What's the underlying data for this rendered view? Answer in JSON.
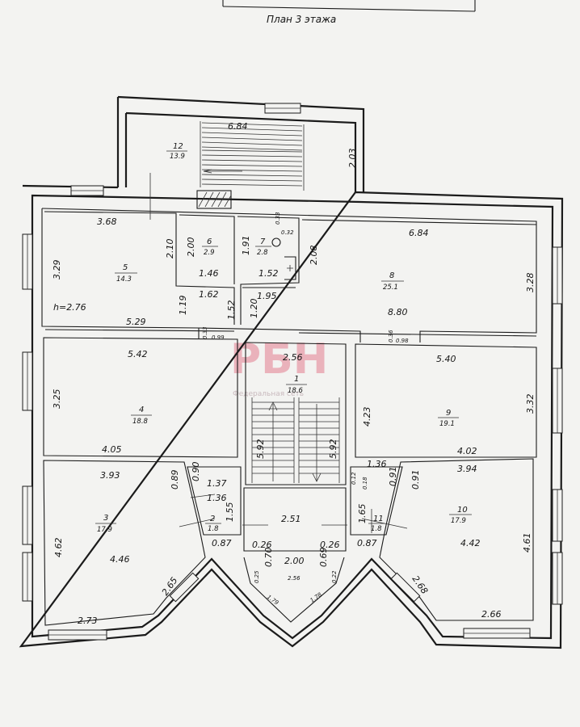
{
  "title": "План 3 этажа",
  "watermark": {
    "brand": "РБН",
    "subtitle": "Федеральная сеть"
  },
  "rooms": [
    {
      "id": "r12",
      "number": "12",
      "area": "13.9"
    },
    {
      "id": "r5",
      "number": "5",
      "area": "14.3"
    },
    {
      "id": "r6",
      "number": "6",
      "area": "2.9"
    },
    {
      "id": "r7",
      "number": "7",
      "area": "2.8"
    },
    {
      "id": "r8",
      "number": "8",
      "area": "25.1"
    },
    {
      "id": "r1",
      "number": "1",
      "area": "18.6"
    },
    {
      "id": "r4",
      "number": "4",
      "area": "18.8"
    },
    {
      "id": "r9",
      "number": "9",
      "area": "19.1"
    },
    {
      "id": "r3",
      "number": "3",
      "area": "17.9"
    },
    {
      "id": "r10",
      "number": "10",
      "area": "17.9"
    },
    {
      "id": "r2",
      "number": "2",
      "area": "1.8"
    },
    {
      "id": "r11",
      "number": "11",
      "area": "1.8"
    }
  ],
  "ceiling_height": "h=2.76",
  "dimensions": [
    "6.84",
    "2.03",
    "3.68",
    "2.10",
    "2.00",
    "0.33",
    "0.32",
    "1.91",
    "2.08",
    "6.84",
    "3.29",
    "1.46",
    "1.52",
    "3.28",
    "1.62",
    "1.19",
    "1.52",
    "1.20",
    "1.95",
    "8.80",
    "5.29",
    "0.33",
    "0.99",
    "0.36",
    "0.98",
    "5.42",
    "2.56",
    "5.40",
    "3.25",
    "4.23",
    "3.32",
    "5.92",
    "5.92",
    "4.05",
    "4.02",
    "3.93",
    "0.90",
    "0.89",
    "1.36",
    "0.91",
    "3.94",
    "1.37",
    "1.36",
    "0.12",
    "0.18",
    "0.91",
    "1.55",
    "2.51",
    "1.65",
    "4.62",
    "0.87",
    "0.26",
    "0.26",
    "0.87",
    "4.42",
    "4.61",
    "4.46",
    "0.70",
    "2.00",
    "0.69",
    "2.65",
    "0.25",
    "2.56",
    "0.22",
    "2.68",
    "1.79",
    "1.78",
    "2.73",
    "2.66"
  ]
}
